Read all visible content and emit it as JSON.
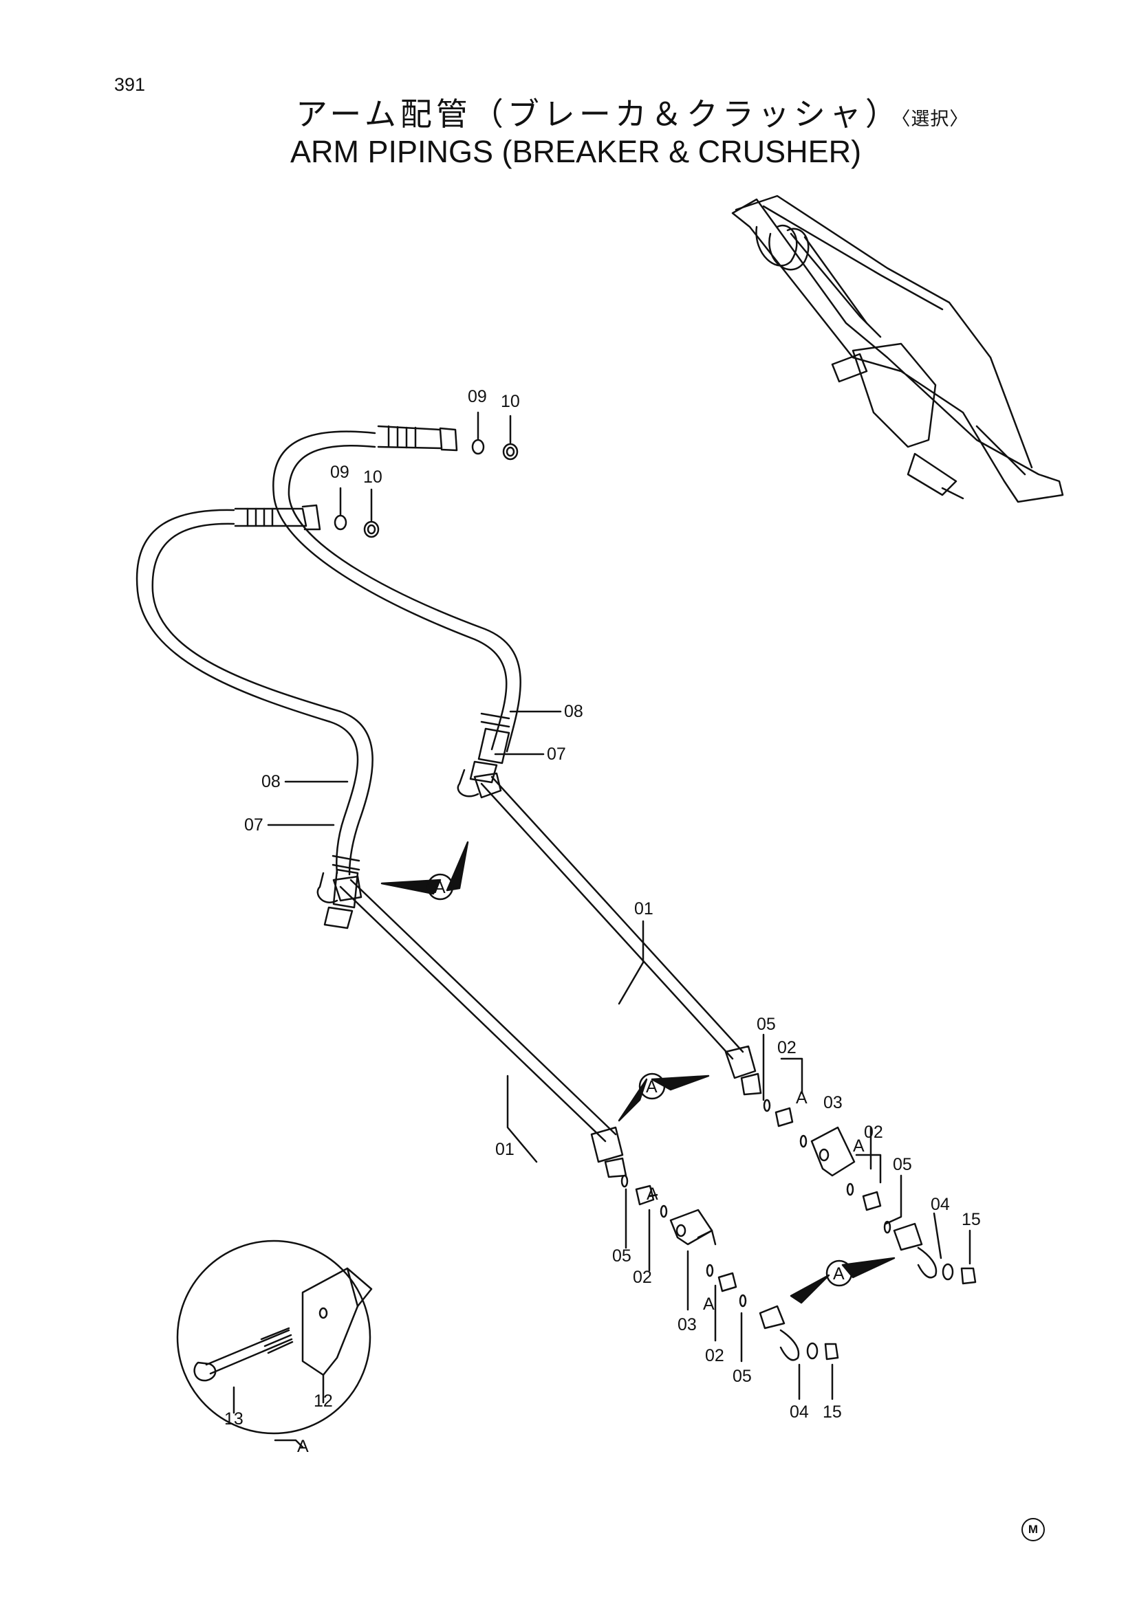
{
  "page": {
    "number": "391"
  },
  "title": {
    "japanese": "アーム配管（ブレーカ＆クラッシャ）",
    "japanese_suffix": "〈選択〉",
    "english": "ARM PIPINGS (BREAKER & CRUSHER)"
  },
  "detail": {
    "label": "A"
  },
  "part_labels": {
    "p01": "01",
    "p02": "02",
    "p03": "03",
    "p04": "04",
    "p05": "05",
    "p07": "07",
    "p08": "08",
    "p09": "09",
    "p10": "10",
    "p12": "12",
    "p13": "13",
    "p15": "15",
    "view_a": "A"
  },
  "footer": {
    "mark": "M"
  }
}
